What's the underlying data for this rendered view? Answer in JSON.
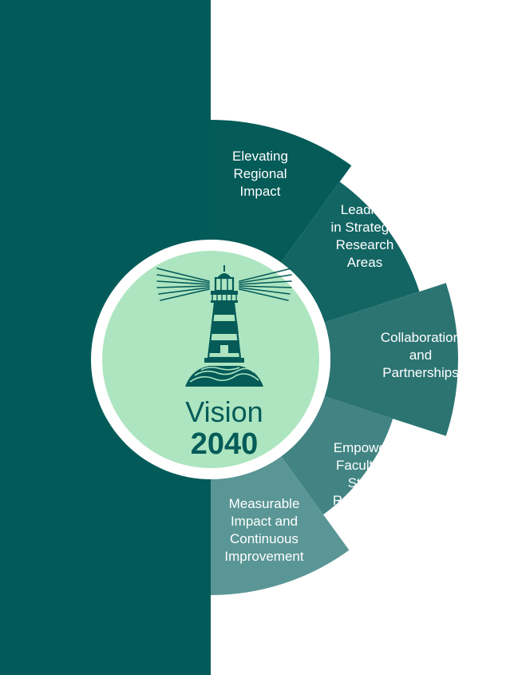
{
  "colors": {
    "background": "#ffffff",
    "left_panel": "#035b59",
    "center_ring": "#ffffff",
    "center_fill": "#ade5c0",
    "center_text": "#045b58",
    "label_text": "#ffffff",
    "segments": [
      "#045b58",
      "#126563",
      "#2c7472",
      "#418483",
      "#5a9695"
    ]
  },
  "center": {
    "icon": "lighthouse-icon",
    "title_word": "Vision",
    "title_year": "2040"
  },
  "segments": [
    {
      "lines": [
        "Elevating",
        "Regional",
        "Impact"
      ]
    },
    {
      "lines": [
        "Leading",
        "in Strategic",
        "Research",
        "Areas"
      ]
    },
    {
      "lines": [
        "Collaboration",
        "and",
        "Partnerships"
      ]
    },
    {
      "lines": [
        "Empowering",
        "Faculty and",
        "Student",
        "Researchers"
      ]
    },
    {
      "lines": [
        "Measurable",
        "Impact and",
        "Continuous",
        "Improvement"
      ]
    }
  ]
}
